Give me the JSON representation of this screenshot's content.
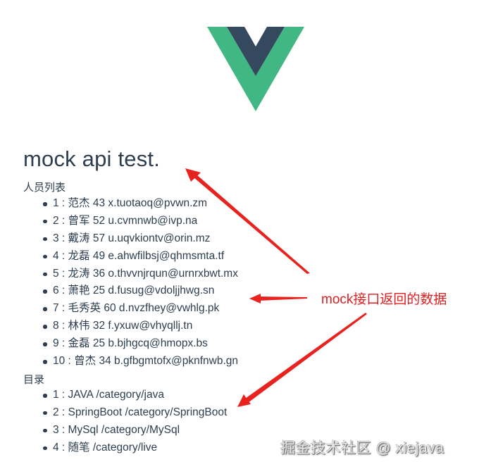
{
  "logo": {
    "name": "vue-logo",
    "colors": {
      "outer": "#41b883",
      "inner": "#34495e"
    }
  },
  "page": {
    "title": "mock api test."
  },
  "people": {
    "label": "人员列表",
    "items": [
      {
        "text": "1 : 范杰 43 x.tuotaoq@pvwn.zm"
      },
      {
        "text": "2 : 曾军 52 u.cvmnwb@ivp.na"
      },
      {
        "text": "3 : 戴涛 57 u.uqvkiontv@orin.mz"
      },
      {
        "text": "4 : 龙磊 49 e.ahwfilbsj@qhmsmta.tf"
      },
      {
        "text": "5 : 龙涛 36 o.thvvnjrqun@urnrxbwt.mx"
      },
      {
        "text": "6 : 萧艳 25 d.fusug@vdoljjhwg.sn"
      },
      {
        "text": "7 : 毛秀英 60 d.nvzfhey@vwhlg.pk"
      },
      {
        "text": "8 : 林伟 32 f.yxuw@vhyqllj.tn"
      },
      {
        "text": "9 : 金磊 25 b.bjhgcq@hmopx.bs"
      },
      {
        "text": "10 : 曾杰 34 b.gfbgmtofx@pknfnwb.gn"
      }
    ]
  },
  "categories": {
    "label": "目录",
    "items": [
      {
        "text": "1 : JAVA /category/java"
      },
      {
        "text": "2 : SpringBoot /category/SpringBoot"
      },
      {
        "text": "3 : MySql /category/MySql"
      },
      {
        "text": "4 : 随笔 /category/live"
      }
    ]
  },
  "annotation": {
    "text": "mock接口返回的数据",
    "color": "#e02020"
  },
  "watermark": {
    "text": "掘金技术社区 @ xiejava"
  }
}
